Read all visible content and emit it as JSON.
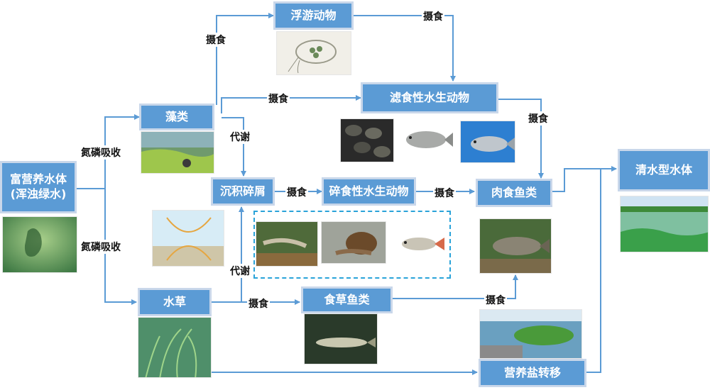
{
  "nodes": {
    "eutrophic": "富营养水体\n(浑浊绿水)",
    "algae": "藻类",
    "zooplankton": "浮游动物",
    "filter_feeders": "滤食性水生动物",
    "sediment": "沉积碎屑",
    "detritivores": "碎食性水生动物",
    "carnivorous_fish": "肉食鱼类",
    "clear_water": "清水型水体",
    "aquatic_plants": "水草",
    "herbivorous_fish": "食草鱼类",
    "nutrient_transfer": "营养盐转移"
  },
  "edge_labels": {
    "np_absorb_algae": "氮磷吸收",
    "np_absorb_plants": "氮磷吸收",
    "algae_to_zoo": "摄食",
    "zoo_to_filter": "摄食",
    "algae_to_filter": "摄食",
    "algae_metabolism": "代谢",
    "filter_to_carn": "摄食",
    "sed_to_detri": "摄食",
    "detri_to_carn": "摄食",
    "plants_metabolism": "代谢",
    "plants_to_herb": "摄食",
    "herb_to_carn": "摄食"
  },
  "colors": {
    "node_fill": "#5b9bd5",
    "node_border": "#c9d7ea",
    "arrow": "#5b9bd5",
    "dashed_box": "#2aa3d9"
  },
  "images": [
    "green-water-photo",
    "algae-bloom-photo",
    "zooplankton-photo",
    "mussels-photo",
    "silver-carp-photo",
    "bighead-carp-photo",
    "sediment-diagram",
    "shrimp-photo",
    "snail-photo",
    "small-fish-photo",
    "carnivorous-fish-photo",
    "clear-lake-photo",
    "aquatic-grass-photo",
    "grass-fish-photo",
    "floating-wetland-photo"
  ]
}
